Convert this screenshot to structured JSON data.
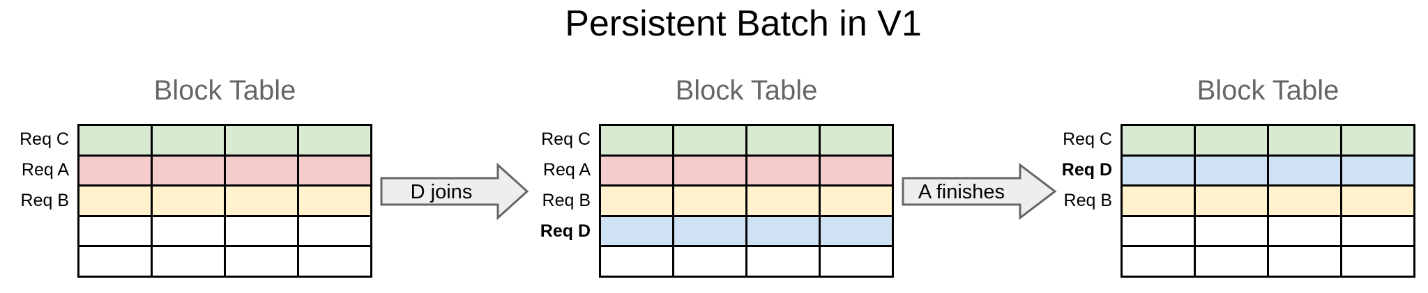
{
  "title": "Persistent Batch in V1",
  "colors": {
    "block_green": "#d9ead3",
    "block_red": "#f4cccc",
    "block_yellow": "#fff2cc",
    "block_blue": "#cfe2f3",
    "block_empty": "#ffffff",
    "table_border": "#000000",
    "table_title_gray": "#666666",
    "arrow_fill": "#eeeeee",
    "arrow_border": "#666666"
  },
  "tables": [
    {
      "title": "Block Table",
      "columns": 4,
      "rows": [
        {
          "label": "Req C",
          "bold": false,
          "color": "#d9ead3"
        },
        {
          "label": "Req A",
          "bold": false,
          "color": "#f4cccc"
        },
        {
          "label": "Req B",
          "bold": false,
          "color": "#fff2cc"
        },
        {
          "label": "",
          "bold": false,
          "color": "#ffffff"
        },
        {
          "label": "",
          "bold": false,
          "color": "#ffffff"
        }
      ]
    },
    {
      "title": "Block Table",
      "columns": 4,
      "rows": [
        {
          "label": "Req C",
          "bold": false,
          "color": "#d9ead3"
        },
        {
          "label": "Req A",
          "bold": false,
          "color": "#f4cccc"
        },
        {
          "label": "Req B",
          "bold": false,
          "color": "#fff2cc"
        },
        {
          "label": "Req D",
          "bold": true,
          "color": "#cfe2f3"
        },
        {
          "label": "",
          "bold": false,
          "color": "#ffffff"
        }
      ]
    },
    {
      "title": "Block Table",
      "columns": 4,
      "rows": [
        {
          "label": "Req C",
          "bold": false,
          "color": "#d9ead3"
        },
        {
          "label": "Req D",
          "bold": true,
          "color": "#cfe2f3"
        },
        {
          "label": "Req B",
          "bold": false,
          "color": "#fff2cc"
        },
        {
          "label": "",
          "bold": false,
          "color": "#ffffff"
        },
        {
          "label": "",
          "bold": false,
          "color": "#ffffff"
        }
      ]
    }
  ],
  "arrows": [
    {
      "label": "D joins"
    },
    {
      "label": "A finishes"
    }
  ]
}
